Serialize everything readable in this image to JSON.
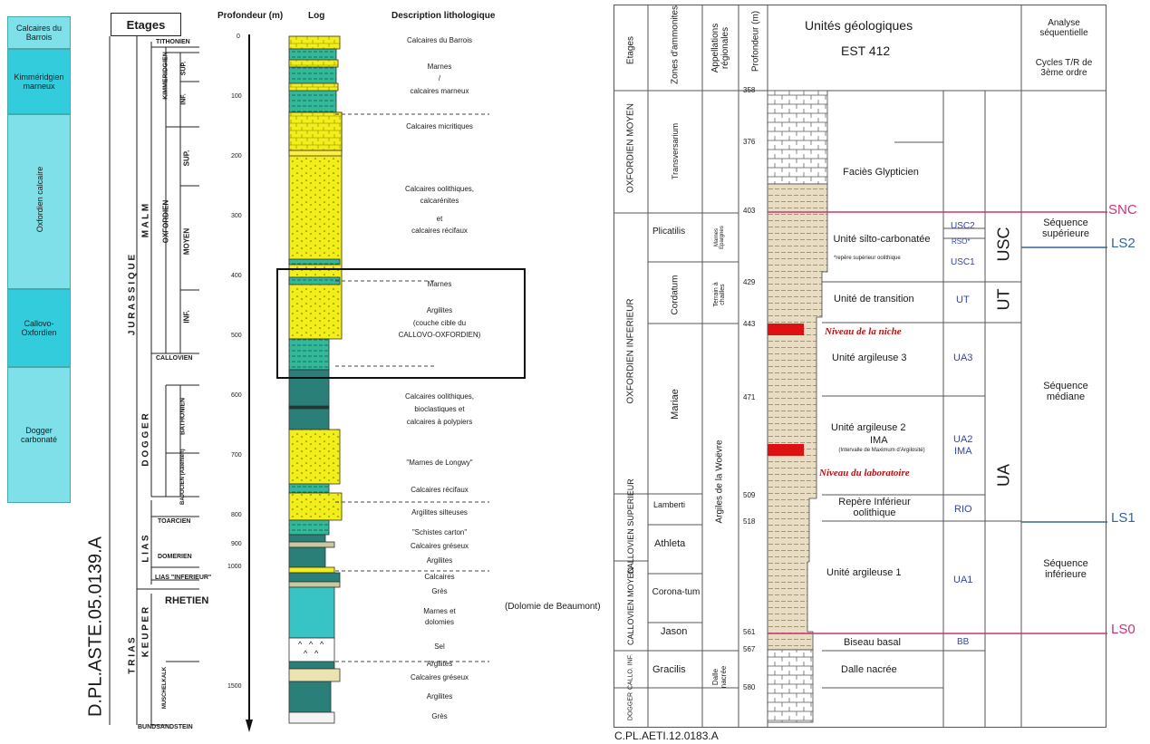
{
  "left": {
    "formations": [
      {
        "label": "Calcaires du Barrois"
      },
      {
        "label": "Kimméridgien marneux"
      },
      {
        "label": "Oxfordien calcaire"
      },
      {
        "label": "Callovo-Oxfordien"
      },
      {
        "label": "Dogger carbonaté"
      }
    ],
    "etages_header": "Etages",
    "systems": {
      "jurassique": "J U R A S S I Q U E",
      "trias": "T R I A S"
    },
    "series": {
      "malm": "M A L M",
      "dogger": "D O G G E R",
      "lias": "L I A S",
      "keuper": "K E U P E R"
    },
    "stages": {
      "tithonien": "TITHONIEN",
      "kimmeridgien": "KIMMERIDGIEN",
      "kim_sup": "SUP.",
      "kim_inf": "INF.",
      "oxfordien": "OXFORDIEN",
      "oxf_sup": "SUP.",
      "oxf_moyen": "MOYEN",
      "oxf_inf": "INF.",
      "callovien": "CALLOVIEN",
      "bathonien": "BATHONIEN",
      "bajocien": "BAJOCIEN (Aalénien)",
      "toarcien": "TOARCIEN",
      "domerien": "DOMERIEN",
      "lias_inferieur": "LIAS \"INFERIEUR\"",
      "rhetien": "RHETIEN",
      "muschelkalk": "MUSCHELKALK",
      "bundsandstein": "BUNDSANDSTEIN"
    },
    "reference": "D.PL.ASTE.05.0139.A",
    "depth_header": "Profondeur (m)",
    "depth_ticks": [
      "0",
      "100",
      "200",
      "300",
      "400",
      "500",
      "600",
      "700",
      "800",
      "900",
      "1000",
      "1500"
    ],
    "log_header": "Log",
    "desc_header": "Description lithologique",
    "descriptions": [
      "Calcaires du Barrois",
      "Marnes",
      "/",
      "calcaires marneux",
      "Calcaires micritiques",
      "Calcaires oolithiques,",
      "calcarénites",
      "et",
      "calcaires récifaux",
      "Marnes",
      "Argilites",
      "(couche cible du",
      "CALLOVO-OXFORDIEN)",
      "Calcaires oolithiques,",
      "bioclastiques et",
      "calcaires à polypiers",
      "\"Marnes de Longwy\"",
      "Calcaires récifaux",
      "Argilites silteuses",
      "\"Schistes carton\"",
      "Calcaires gréseux",
      "Argilites",
      "Calcaires",
      "Grès",
      "Marnes et",
      "dolomies",
      "Sel",
      "Argilites",
      "Calcaires gréseux",
      "Argilites",
      "Grès"
    ],
    "dolomie": "(Dolomie de Beaumont)",
    "colors": {
      "formation_fill": "#33ccdd",
      "formation_fill_light": "#7fe0ea",
      "yellow": "#f2ee1a",
      "green": "#2a8a7a",
      "teal": "#2ab8b8"
    }
  },
  "right": {
    "headers": {
      "etages": "Etages",
      "zones": "Zones d'ammonites",
      "appellations": "Appellations régionales",
      "profondeur": "Profondeur (m)",
      "unites": "Unités géologiques",
      "est": "EST 412",
      "analyse": "Analyse séquentielle",
      "cycles": "Cycles T/R de 3ème ordre"
    },
    "etages": {
      "oxf_moyen": "OXFORDIEN MOYEN",
      "oxf_inf": "OXFORDIEN INFERIEUR",
      "callovien_sup": "CALLOVIEN SUPERIEUR",
      "callovien_moyen": "CALLOVIEN MOYEN",
      "callovien_inf": "CALLO. INF.",
      "dogger": "DOGGER"
    },
    "zones": [
      "Transversarium",
      "Plicatilis",
      "Cordatum",
      "Mariae",
      "Lamberti",
      "Athleta",
      "Corona-tum",
      "Jason",
      "Gracilis"
    ],
    "appellations": {
      "marnes": "Marnes Epargnes",
      "terrain": "Terrain à chailles",
      "argiles": "Argiles de la Woëvre",
      "dalle": "Dalle nacrée"
    },
    "depths": [
      "358",
      "376",
      "403",
      "429",
      "443",
      "471",
      "509",
      "518",
      "561",
      "567",
      "580"
    ],
    "units": {
      "glypticien": "Faciès Glypticien",
      "silto": "Unité silto-carbonatée",
      "silto_note": "*repère supérieur oolithique",
      "transition": "Unité de transition",
      "niche": "Niveau de la niche",
      "ua3": "Unité argileuse 3",
      "ua2": "Unité argileuse 2",
      "ima": "IMA",
      "ima_note": "(Intervalle de Maximum d'Argilosité)",
      "laboratoire": "Niveau du laboratoire",
      "rio": "Repère Inférieur oolithique",
      "ua1": "Unité argileuse 1",
      "biseau": "Biseau basal",
      "dalle": "Dalle nacrée"
    },
    "codes": {
      "usc2": "USC2",
      "rso": "RSO*",
      "usc1": "USC1",
      "ut": "UT",
      "ua3": "UA3",
      "ua2": "UA2",
      "ima": "IMA",
      "rio": "RIO",
      "ua1": "UA1",
      "bb": "BB"
    },
    "big_codes": {
      "usc": "USC",
      "ut": "UT",
      "ua": "UA"
    },
    "sequences": {
      "sup": "Séquence supérieure",
      "med": "Séquence médiane",
      "inf": "Séquence inférieure"
    },
    "markers": {
      "snc": "SNC",
      "ls2": "LS2",
      "ls1": "LS1",
      "ls0": "LS0"
    },
    "reference": "C.PL.AETI.12.0183.A",
    "colors": {
      "magenta": "#cc3377",
      "blue": "#336699",
      "code_blue": "#3344aa",
      "red": "#cc1111",
      "sand": "#e8dcc3"
    }
  }
}
